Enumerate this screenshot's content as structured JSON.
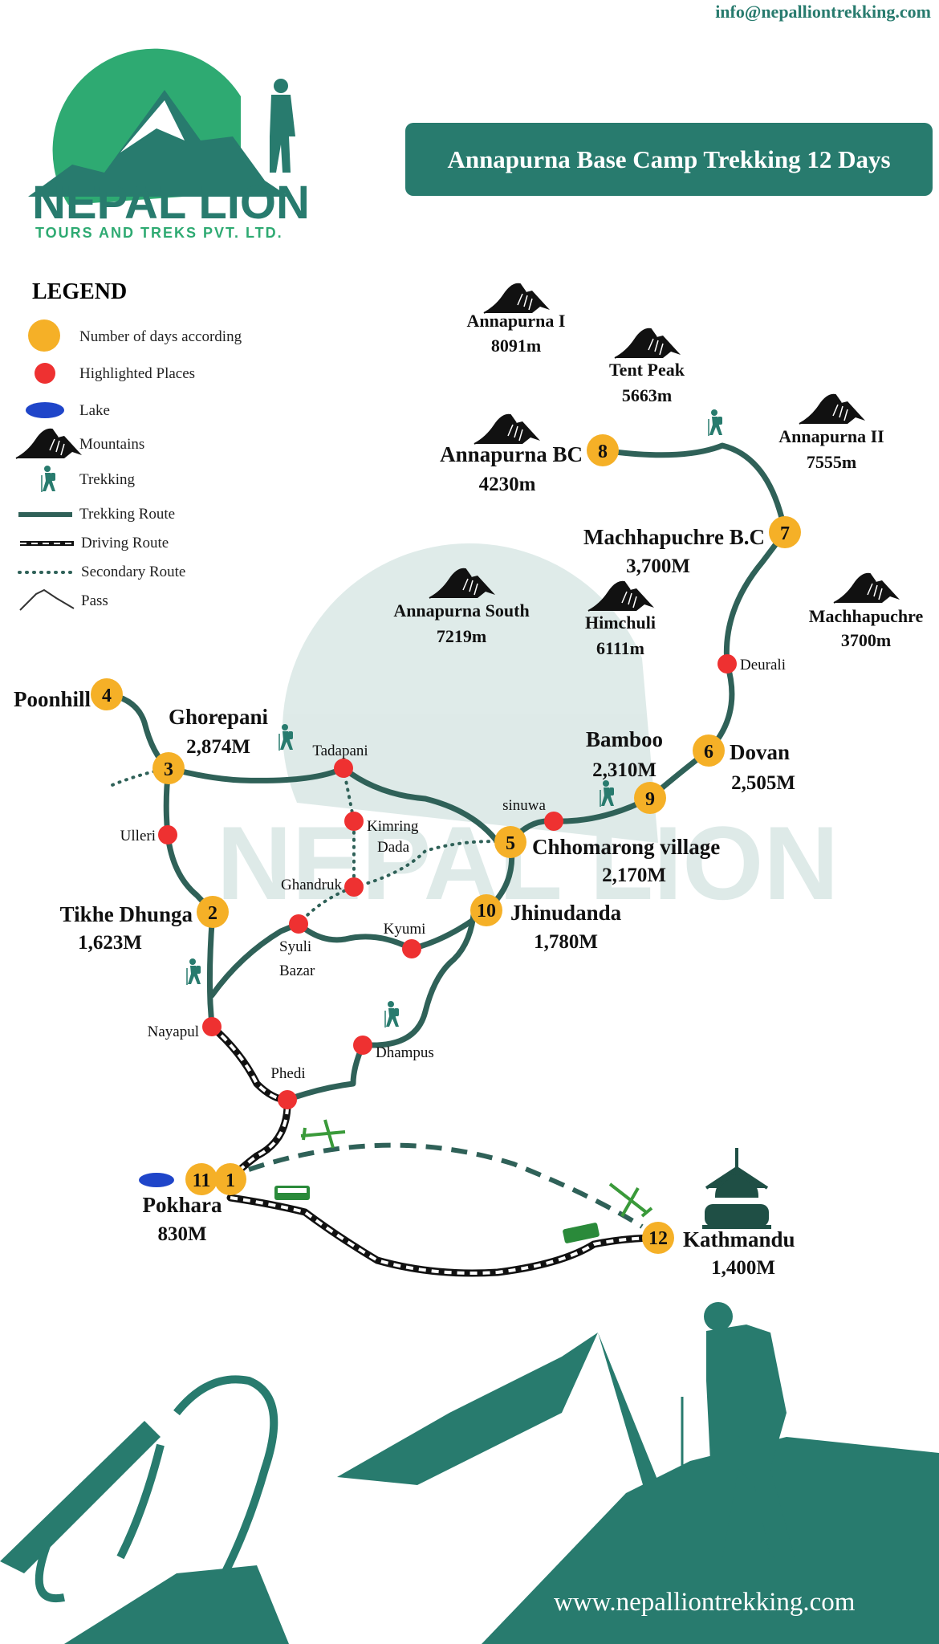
{
  "header": {
    "email": "info@nepalliontrekking.com",
    "title": "Annapurna Base Camp Trekking 12 Days",
    "logo_name": "NEPAL LION",
    "logo_tagline": "TOURS AND TREKS PVT. LTD."
  },
  "legend": {
    "title": "LEGEND",
    "items": [
      {
        "label": "Number of days according",
        "icon": "orange-circle"
      },
      {
        "label": "Highlighted Places",
        "icon": "red-dot"
      },
      {
        "label": "Lake",
        "icon": "lake-icon"
      },
      {
        "label": "Mountains",
        "icon": "mountain-icon"
      },
      {
        "label": "Trekking",
        "icon": "hiker-icon"
      },
      {
        "label": "Trekking Route",
        "icon": "solid-line"
      },
      {
        "label": "Driving Route",
        "icon": "driving-line"
      },
      {
        "label": "Secondary Route",
        "icon": "dotted-line"
      },
      {
        "label": "Pass",
        "icon": "pass-icon"
      }
    ]
  },
  "colors": {
    "day_marker": "#f5b027",
    "place_marker": "#ee3131",
    "route": "#2f6158",
    "brand": "#287b6e",
    "lake": "#1f45c9"
  },
  "days": [
    {
      "num": "1",
      "name": "Pokhara",
      "alt": "830M"
    },
    {
      "num": "2",
      "name": "Tikhe Dhunga",
      "alt": "1,623M"
    },
    {
      "num": "3",
      "name": "Ghorepani",
      "alt": "2,874M"
    },
    {
      "num": "4",
      "name": "Poonhill"
    },
    {
      "num": "5",
      "name": "Chhomarong village",
      "alt": "2,170M"
    },
    {
      "num": "6",
      "name": "Dovan",
      "alt": "2,505M"
    },
    {
      "num": "7",
      "name": "Machhapuchre B.C",
      "alt": "3,700M"
    },
    {
      "num": "8",
      "name": "Annapurna BC",
      "alt": "4230m"
    },
    {
      "num": "9",
      "name": "Bamboo",
      "alt": "2,310M"
    },
    {
      "num": "10",
      "name": "Jhinudanda",
      "alt": "1,780M"
    },
    {
      "num": "11"
    },
    {
      "num": "12",
      "name": "Kathmandu",
      "alt": "1,400M"
    }
  ],
  "places": [
    "Ulleri",
    "Nayapul",
    "Phedi",
    "Dhampus",
    "Kyumi",
    "Syuli Bazar",
    "Ghandruk",
    "Kimring Dada",
    "Tadapani",
    "sinuwa",
    "Deurali"
  ],
  "mountains": [
    {
      "name": "Annapurna I",
      "height": "8091m"
    },
    {
      "name": "Tent Peak",
      "height": "5663m"
    },
    {
      "name": "Annapurna II",
      "height": "7555m"
    },
    {
      "name": "Annapurna South",
      "height": "7219m"
    },
    {
      "name": "Himchuli",
      "height": "6111m"
    },
    {
      "name": "Machhapuchre",
      "height": "3700m"
    }
  ],
  "footer": {
    "website": "www.nepalliontrekking.com"
  }
}
